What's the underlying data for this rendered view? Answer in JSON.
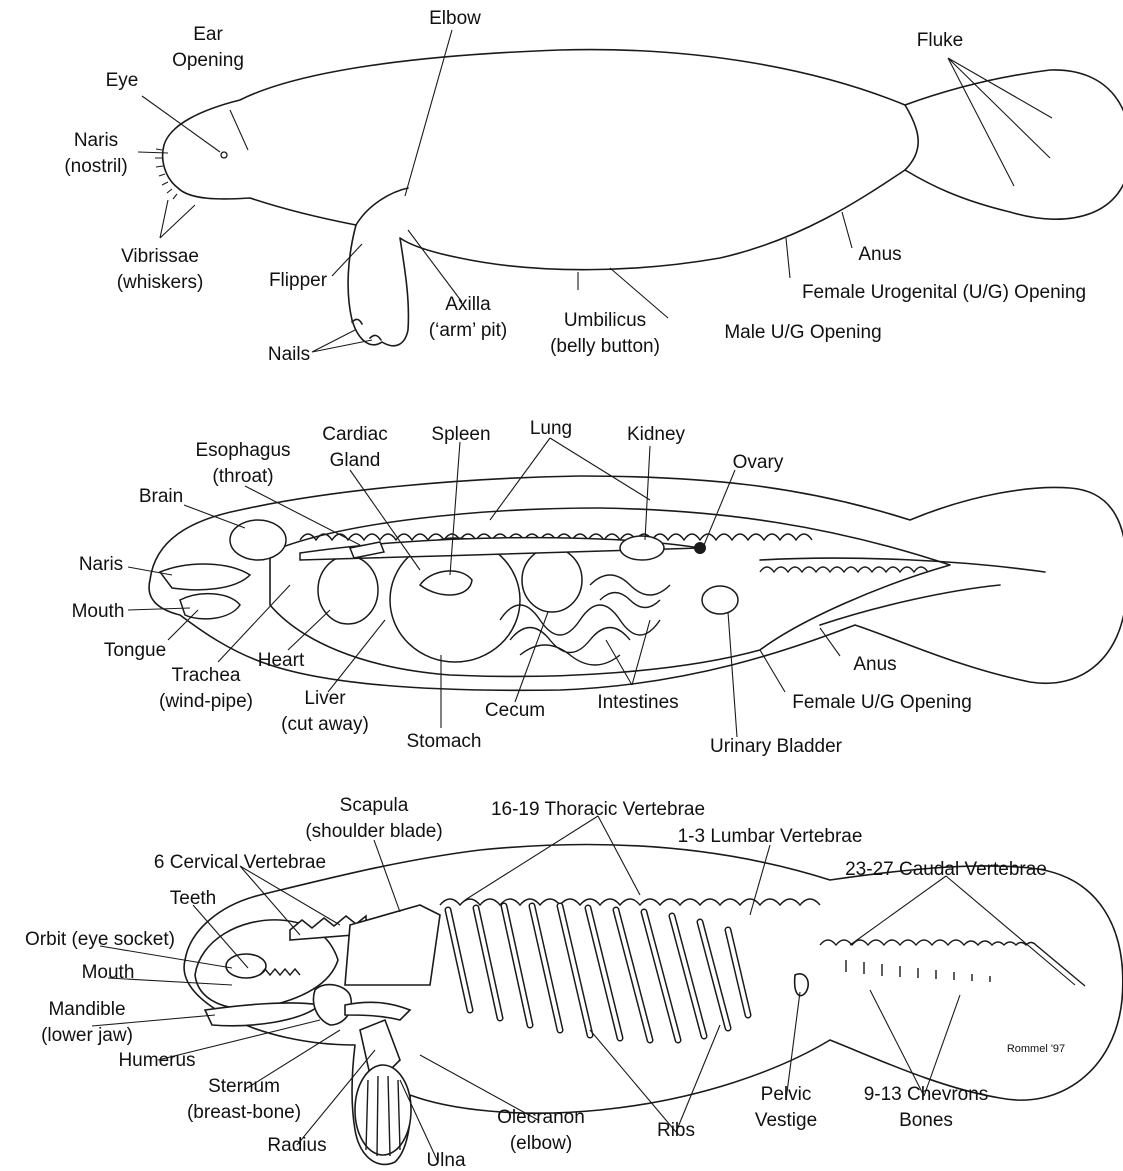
{
  "external_anatomy": {
    "ear_opening": [
      "Ear",
      "Opening"
    ],
    "eye": "Eye",
    "elbow": "Elbow",
    "fluke": "Fluke",
    "naris": [
      "Naris",
      "(nostril)"
    ],
    "vibrissae": [
      "Vibrissae",
      "(whiskers)"
    ],
    "flipper": "Flipper",
    "nails": "Nails",
    "axilla": [
      "Axilla",
      "(‘arm’ pit)"
    ],
    "umbilicus": [
      "Umbilicus",
      "(belly button)"
    ],
    "anus": "Anus",
    "female_ug": "Female Urogenital (U/G) Opening",
    "male_ug": "Male U/G Opening"
  },
  "internal_anatomy": {
    "esophagus": [
      "Esophagus",
      "(throat)"
    ],
    "cardiac_gland": [
      "Cardiac",
      "Gland"
    ],
    "spleen": "Spleen",
    "lung": "Lung",
    "kidney": "Kidney",
    "ovary": "Ovary",
    "brain": "Brain",
    "naris": "Naris",
    "mouth": "Mouth",
    "tongue": "Tongue",
    "heart": "Heart",
    "trachea": [
      "Trachea",
      "(wind-pipe)"
    ],
    "liver": [
      "Liver",
      "(cut away)"
    ],
    "stomach": "Stomach",
    "cecum": "Cecum",
    "intestines": "Intestines",
    "anus": "Anus",
    "female_ug": "Female U/G Opening",
    "urinary_bladder": "Urinary Bladder"
  },
  "skeleton": {
    "scapula": [
      "Scapula",
      "(shoulder blade)"
    ],
    "thoracic": "16-19 Thoracic Vertebrae",
    "lumbar": "1-3 Lumbar Vertebrae",
    "caudal": "23-27 Caudal Vertebrae",
    "cervical": "6 Cervical Vertebrae",
    "teeth": "Teeth",
    "orbit": "Orbit (eye socket)",
    "mouth": "Mouth",
    "mandible": [
      "Mandible",
      "(lower jaw)"
    ],
    "humerus": "Humerus",
    "sternum": [
      "Sternum",
      "(breast-bone)"
    ],
    "radius": "Radius",
    "ulna": "Ulna",
    "olecranon": [
      "Olecranon",
      "(elbow)"
    ],
    "ribs": "Ribs",
    "pelvic": [
      "Pelvic",
      "Vestige"
    ],
    "chevrons": [
      "9-13 Chevrons",
      "Bones"
    ],
    "credit": "Rommel '97"
  }
}
